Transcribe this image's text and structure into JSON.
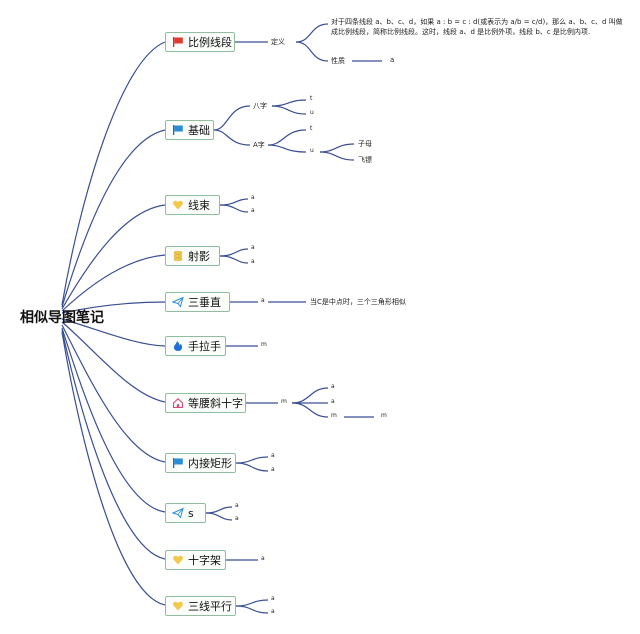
{
  "root": "相似导图笔记",
  "topics": {
    "t1": "比例线段",
    "t2": "基础",
    "t3": "线束",
    "t4": "射影",
    "t5": "三垂直",
    "t6": "手拉手",
    "t7": "等腰斜十字",
    "t8": "内接矩形",
    "t9": "s",
    "t10": "十字架",
    "t11": "三线平行"
  },
  "icons": {
    "t1": "red-flag-icon",
    "t2": "blue-flag-icon",
    "t3": "yellow-heart-icon",
    "t4": "coin-stack-icon",
    "t5": "paper-plane-icon",
    "t6": "flame-icon",
    "t7": "home-icon",
    "t8": "blue-flag-icon",
    "t9": "paper-plane-icon",
    "t10": "yellow-heart-icon",
    "t11": "yellow-heart-icon"
  },
  "leaves": {
    "t1_def": "定义",
    "t1_def_text": "对于四条线段 a、b、c、d，如果 a : b = c : d(或表示为 a/b = c/d)，那么 a、b、c、d 叫做成比例线段，简称比例线段。这时，线段 a、d 是比例外项，线段 b、c 是比例内项.",
    "t1_prop": "性质",
    "t1_prop_a": "a",
    "t2_ba": "八字",
    "t2_ba_1": "t",
    "t2_ba_2": "u",
    "t2_a": "A字",
    "t2_a_1": "t",
    "t2_a_2": "u",
    "t2_a_2_1": "子母",
    "t2_a_2_2": "飞镖",
    "t3_1": "a",
    "t3_2": "a",
    "t4_1": "a",
    "t4_2": "a",
    "t5_1": "a",
    "t5_1_1": "当C是中点时，三个三角形相似",
    "t6_1": "m",
    "t7_1": "m",
    "t7_1_1": "a",
    "t7_1_2": "a",
    "t7_1_3": "m",
    "t7_1_3_1": "m",
    "t8_1": "a",
    "t8_2": "a",
    "t9_1": "a",
    "t9_2": "a",
    "t10_1": "a",
    "t11_1": "a",
    "t11_2": "a"
  },
  "colors": {
    "line": "#3a4f94",
    "border": "#8fbf9f"
  }
}
